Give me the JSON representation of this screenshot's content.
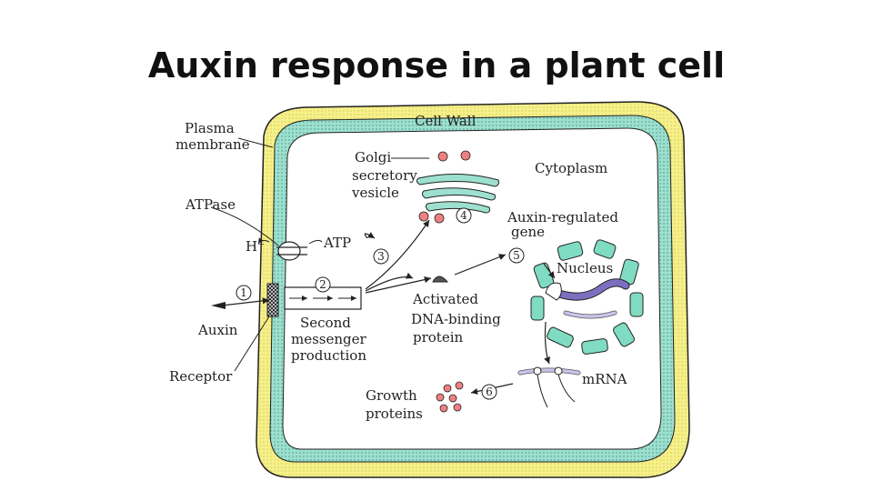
{
  "title": "Auxin response in a plant cell",
  "labels": {
    "plasma_membrane_1": "Plasma",
    "plasma_membrane_2": "membrane",
    "cell_wall": "Cell Wall",
    "golgi_1": "Golgi",
    "golgi_2": "secretory",
    "golgi_3": "vesicle",
    "cytoplasm": "Cytoplasm",
    "atpase": "ATPase",
    "h_plus": "H⁺",
    "atp": "ATP",
    "auxin_gene_1": "Auxin-regulated",
    "auxin_gene_2": "gene",
    "nucleus": "Nucleus",
    "activated_1": "Activated",
    "activated_2": "DNA-binding",
    "activated_3": "protein",
    "auxin": "Auxin",
    "second_1": "Second",
    "second_2": "messenger",
    "second_3": "production",
    "receptor": "Receptor",
    "growth_1": "Growth",
    "growth_2": "proteins",
    "mrna": "mRNA"
  },
  "steps": [
    "1",
    "2",
    "3",
    "4",
    "5",
    "6"
  ],
  "colors": {
    "cell_wall": "#f6f08a",
    "cytoplasm_band": "#9de0cf",
    "nucleus": "#7fdcc3",
    "vesicle": "#f08080",
    "dna": "#7b70c0",
    "mrna": "#c9c3ea"
  }
}
